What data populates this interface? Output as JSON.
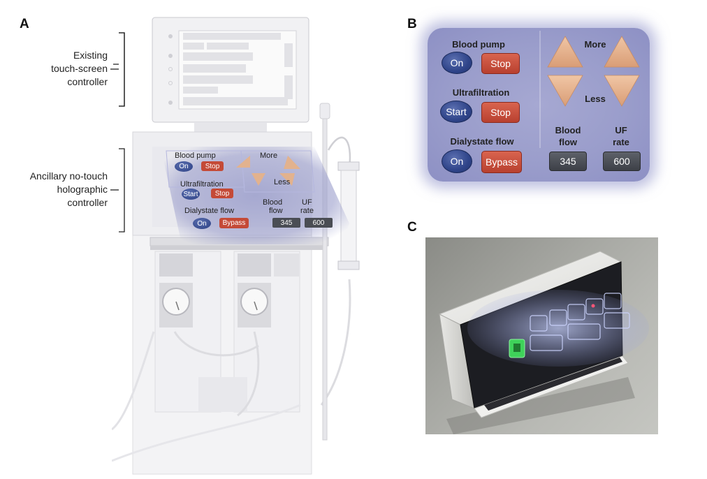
{
  "labels": {
    "a": "A",
    "b": "B",
    "c": "C"
  },
  "callouts": {
    "existing": [
      "Existing",
      "touch-screen",
      "controller"
    ],
    "ancillary": [
      "Ancillary no-touch",
      "holographic",
      "controller"
    ]
  },
  "controller": {
    "blood_pump": {
      "title": "Blood pump",
      "on": "On",
      "stop": "Stop"
    },
    "ultrafiltration": {
      "title": "Ultrafiltration",
      "start": "Start",
      "stop": "Stop"
    },
    "dialysate_flow": {
      "title": "Dialystate flow",
      "on": "On",
      "bypass": "Bypass"
    },
    "more": "More",
    "less": "Less",
    "blood_flow": {
      "line1": "Blood",
      "line2": "flow",
      "value": "345"
    },
    "uf_rate": {
      "line1": "UF",
      "line2": "rate",
      "value": "600"
    }
  },
  "colors": {
    "hologram": "#9a9dcb",
    "button_blue": "#2f4489",
    "button_red": "#c44a37",
    "display": "#4a4d54",
    "arrow": "#e2b28e",
    "device_green": "#3fd25a"
  }
}
